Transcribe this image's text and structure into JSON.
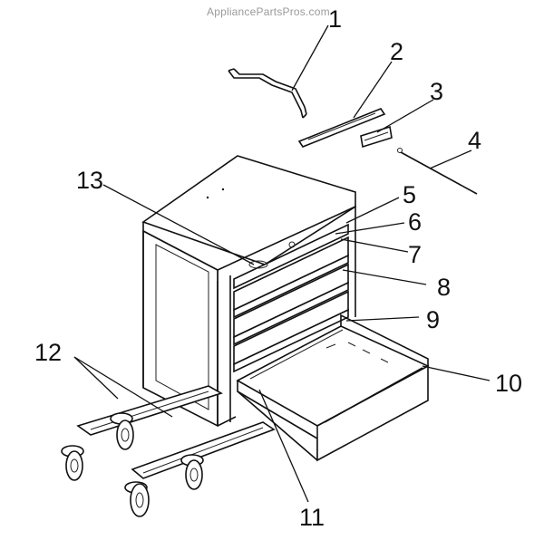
{
  "watermark": "AppliancePartsPros.com",
  "callouts": [
    "1",
    "2",
    "3",
    "4",
    "5",
    "6",
    "7",
    "8",
    "9",
    "10",
    "11",
    "12",
    "13"
  ]
}
